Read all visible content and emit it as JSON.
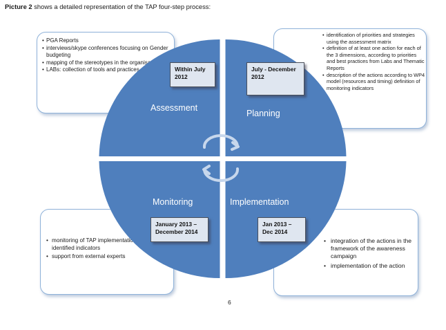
{
  "intro": {
    "bold": "Picture 2",
    "text": " shows a detailed representation of the TAP four-step process:"
  },
  "phases": {
    "assessment": {
      "label": "Assessment",
      "date": "Within July 2012"
    },
    "planning": {
      "label": "Planning",
      "date": "July - December 2012"
    },
    "monitoring": {
      "label": "Monitoring",
      "date": "January 2013 – December 2014"
    },
    "implementation": {
      "label": "Implementation",
      "date": "Jan 2013 – Dec 2014"
    }
  },
  "callouts": {
    "assessment": [
      "PGA Reports",
      "interviews/skype conferences focusing on Gender budgeting",
      "mapping of the stereotypes in the organisation",
      "LABs: collection of  tools and practices"
    ],
    "planning": [
      "identification  of priorities and strategies using the assessment matrix",
      "definition of at least one action for each of the 3 dimensions, according to priorities and best practices from Labs and Thematic Reports",
      "description of the actions according to WP4 model (resources and timing) definition of monitoring indicators"
    ],
    "monitoring": [
      "monitoring of TAP implementation according to identified indicators",
      "support from external experts"
    ],
    "implementation": [
      "integration of the actions in the framework of the awareness campaign",
      "implementation of the action"
    ]
  },
  "colors": {
    "quadrant": "#4f7fbd",
    "arrow": "#c7d7ec",
    "callout_border": "#8fb2d9"
  },
  "icons": [
    "cycle-arrow-icon",
    "cycle-arrow-icon"
  ],
  "page_number": "6"
}
